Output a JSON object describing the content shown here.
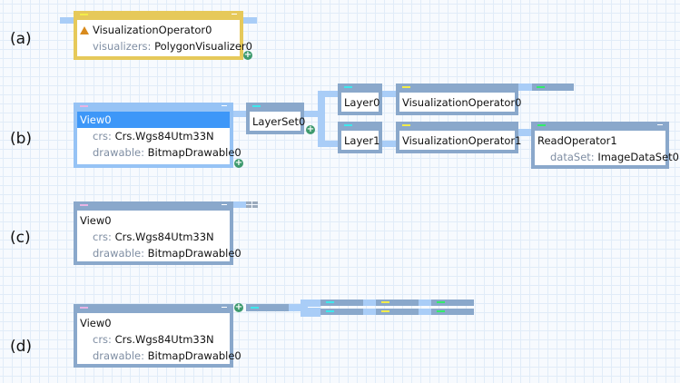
{
  "panels": {
    "a": {
      "label": "(a)",
      "node": {
        "title": "VisualizationOperator0",
        "props": [
          {
            "key": "visualizers:",
            "value": "PolygonVisualizer0"
          }
        ],
        "state": "warning",
        "icon": "warning-icon"
      }
    },
    "b": {
      "label": "(b)",
      "view": {
        "title": "View0",
        "props": [
          {
            "key": "crs:",
            "value": "Crs.Wgs84Utm33N"
          },
          {
            "key": "drawable:",
            "value": "BitmapDrawable0"
          }
        ]
      },
      "layerset": {
        "title": "LayerSet0"
      },
      "layer0": {
        "title": "Layer0"
      },
      "layer1": {
        "title": "Layer1"
      },
      "visop0": {
        "title": "VisualizationOperator0"
      },
      "visop1": {
        "title": "VisualizationOperator1"
      },
      "readop": {
        "title": "ReadOperator1",
        "props": [
          {
            "key": "dataSet:",
            "value": "ImageDataSet0"
          }
        ]
      }
    },
    "c": {
      "label": "(c)",
      "view": {
        "title": "View0",
        "props": [
          {
            "key": "crs:",
            "value": "Crs.Wgs84Utm33N"
          },
          {
            "key": "drawable:",
            "value": "BitmapDrawable0"
          }
        ]
      }
    },
    "d": {
      "label": "(d)",
      "view": {
        "title": "View0",
        "props": [
          {
            "key": "crs:",
            "value": "Crs.Wgs84Utm33N"
          },
          {
            "key": "drawable:",
            "value": "BitmapDrawable0"
          }
        ]
      }
    }
  },
  "colors": {
    "view_tab": "#e8b4e4",
    "layer_tab": "#3ee8ec",
    "visop_tab": "#f3ec4a",
    "readop_tab": "#33ec6a",
    "node_border": "#8aa8cb",
    "selected_border": "#96c3f5",
    "warning_border": "#e6c95a",
    "wire": "#a9cdf7",
    "add_button": "#3e9a6e"
  },
  "icons": {
    "add": "+"
  }
}
